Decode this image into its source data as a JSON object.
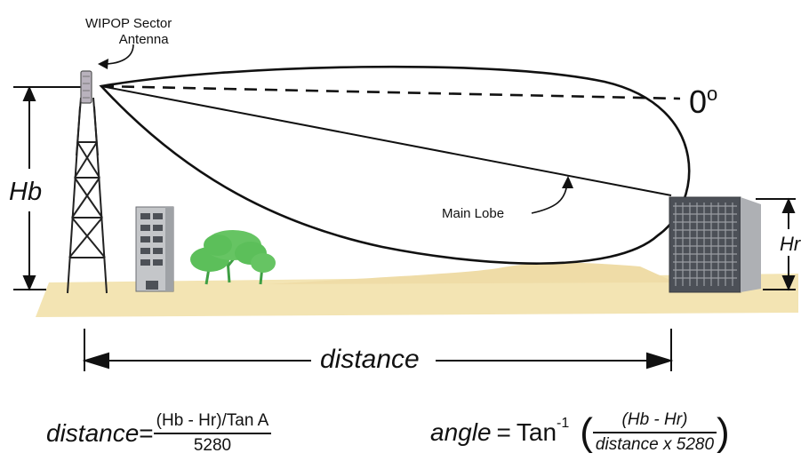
{
  "labels": {
    "antenna": [
      "WIPOP Sector",
      "Antenna"
    ],
    "zero_angle": "0",
    "zero_angle_degree": "o",
    "main_lobe": "Main Lobe",
    "hb": "Hb",
    "hr": "Hr",
    "distance": "distance"
  },
  "formula_distance": {
    "lhs": "distance",
    "equals": "=",
    "numerator": "(Hb - Hr)/Tan A",
    "denominator": "5280"
  },
  "formula_angle": {
    "lhs": "angle",
    "equals": "=",
    "func": "Tan",
    "exponent": "-1",
    "numerator": "(Hb - Hr)",
    "denominator": "distance x 5280"
  },
  "colors": {
    "ground": "#f3e4b3",
    "ground_shadow": "#e8d49a",
    "tree": "#5cbf5a",
    "tree_dark": "#3f9f44",
    "building_body": "#c7c9cc",
    "building_dark": "#4c5057",
    "line": "#111111"
  }
}
